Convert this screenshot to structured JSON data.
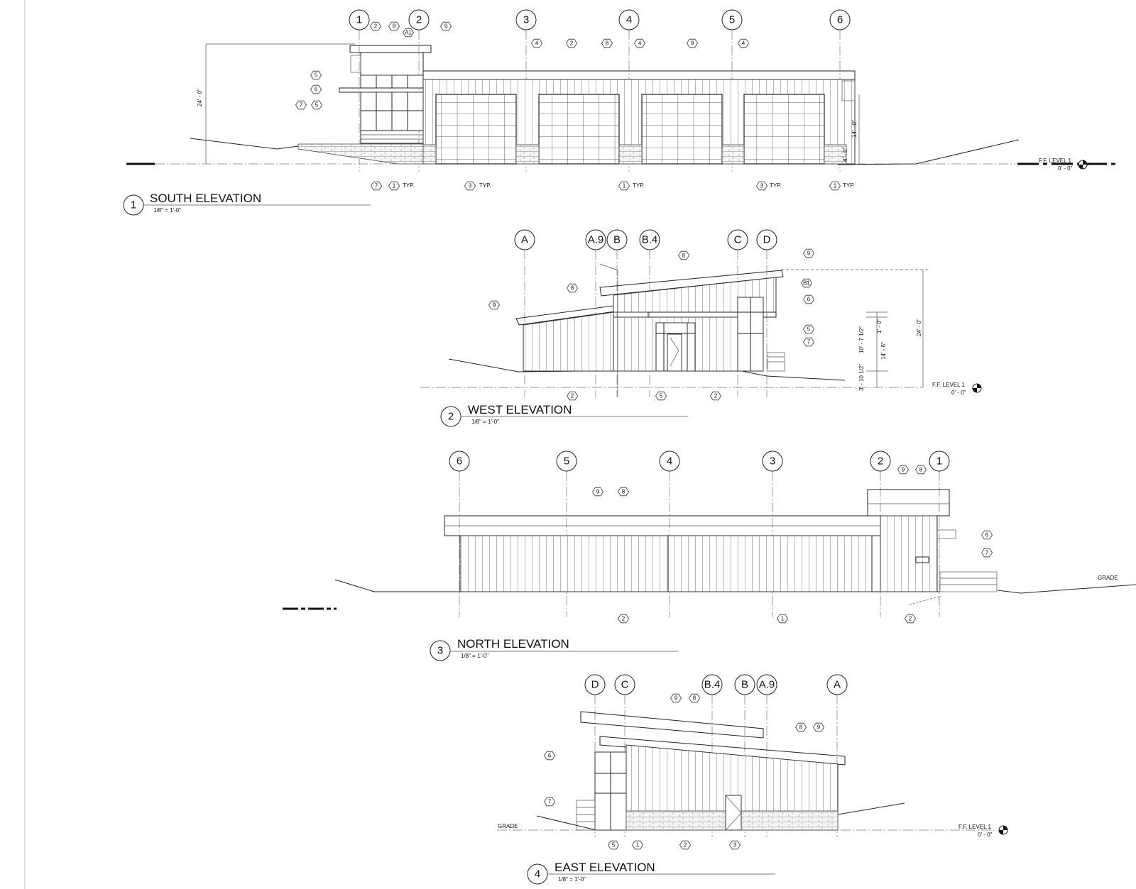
{
  "views": [
    {
      "id": "south",
      "number": "1",
      "title": "SOUTH ELEVATION",
      "scale": "1/8\" = 1'-0\""
    },
    {
      "id": "west",
      "number": "2",
      "title": "WEST ELEVATION",
      "scale": "1/8\" = 1'-0\""
    },
    {
      "id": "north",
      "number": "3",
      "title": "NORTH ELEVATION",
      "scale": "1/8\" = 1'-0\""
    },
    {
      "id": "east",
      "number": "4",
      "title": "EAST ELEVATION",
      "scale": "1/8\" = 1'-0\""
    }
  ],
  "grids": {
    "south": [
      "1",
      "2",
      "3",
      "4",
      "5",
      "6"
    ],
    "west": [
      "A",
      "A.9",
      "B",
      "B.4",
      "C",
      "D"
    ],
    "north": [
      "6",
      "5",
      "4",
      "3",
      "2",
      "1"
    ],
    "east": [
      "D",
      "C",
      "B.4",
      "B",
      "A.9",
      "A"
    ]
  },
  "tags": {
    "south_top": [
      "2",
      "8",
      "A1",
      "9",
      "4",
      "2",
      "8",
      "4",
      "9",
      "4"
    ],
    "south_left": [
      "5",
      "6",
      "7",
      "5"
    ],
    "south_bottom": [
      "7",
      "1",
      "3",
      "1",
      "3",
      "1"
    ],
    "west": [
      "8",
      "9",
      "8",
      "9",
      "B1",
      "6",
      "5",
      "7",
      "2",
      "5",
      "2"
    ],
    "north": [
      "9",
      "8",
      "9",
      "8",
      "6",
      "7",
      "2",
      "1",
      "2"
    ],
    "east": [
      "9",
      "8",
      "8",
      "9",
      "6",
      "7",
      "5",
      "1",
      "2",
      "3"
    ]
  },
  "notes": {
    "typ": "TYP.",
    "level_name": "F.F. LEVEL 1",
    "level_value": "0' - 0\"",
    "grade": "GRADE"
  },
  "dims": {
    "south_height": "24' - 0\"",
    "south_door": "14' - 0\"",
    "south_base": "4' - 0\"",
    "west_height": "24' - 0\"",
    "west_a": "1' - 0\"",
    "west_b": "10' - 7 1/2\"",
    "west_c": "14' - 6\"",
    "west_d": "3' - 10 1/2\""
  }
}
